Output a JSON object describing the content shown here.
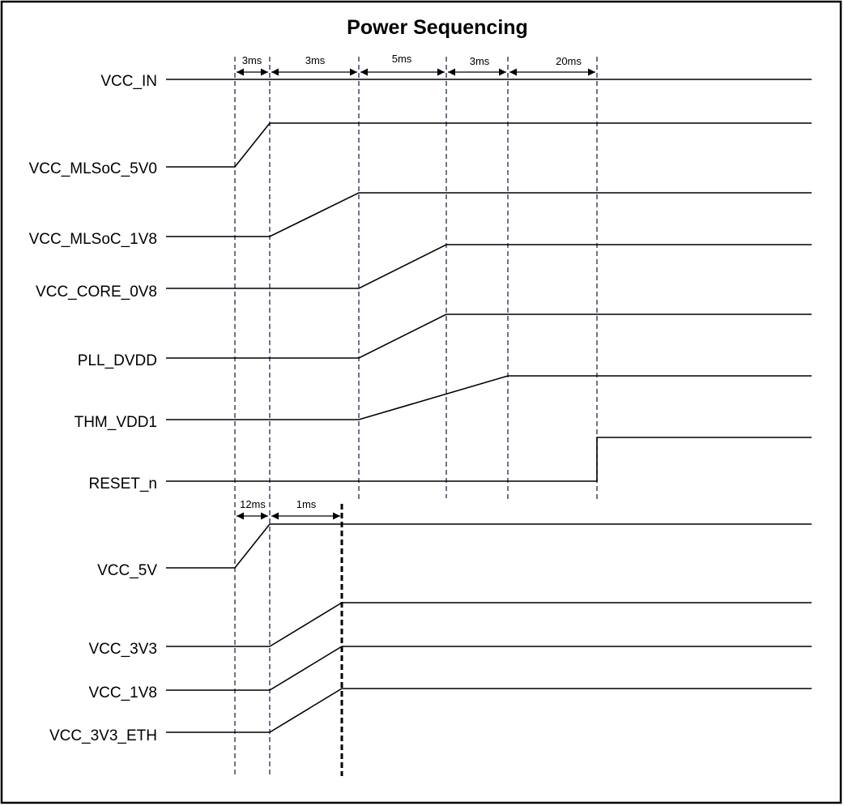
{
  "title": "Power Sequencing",
  "colors": {
    "trace": "#000000",
    "guide": "#2d3b55",
    "background": "#ffffff"
  },
  "signals": [
    {
      "id": "vcc-in",
      "label": "VCC_IN"
    },
    {
      "id": "vcc-mlsoc-5v0",
      "label": "VCC_MLSoC_5V0"
    },
    {
      "id": "vcc-mlsoc-1v8",
      "label": "VCC_MLSoC_1V8"
    },
    {
      "id": "vcc-core-0v8",
      "label": "VCC_CORE_0V8"
    },
    {
      "id": "pll-dvdd",
      "label": "PLL_DVDD"
    },
    {
      "id": "thm-vdd1",
      "label": "THM_VDD1"
    },
    {
      "id": "reset-n",
      "label": "RESET_n"
    },
    {
      "id": "vcc-5v",
      "label": "VCC_5V"
    },
    {
      "id": "vcc-3v3",
      "label": "VCC_3V3"
    },
    {
      "id": "vcc-1v8",
      "label": "VCC_1V8"
    },
    {
      "id": "vcc-3v3-eth",
      "label": "VCC_3V3_ETH"
    }
  ],
  "top_intervals": [
    "3ms",
    "3ms",
    "5ms",
    "3ms",
    "20ms"
  ],
  "bottom_intervals": [
    "12ms",
    "1ms"
  ]
}
